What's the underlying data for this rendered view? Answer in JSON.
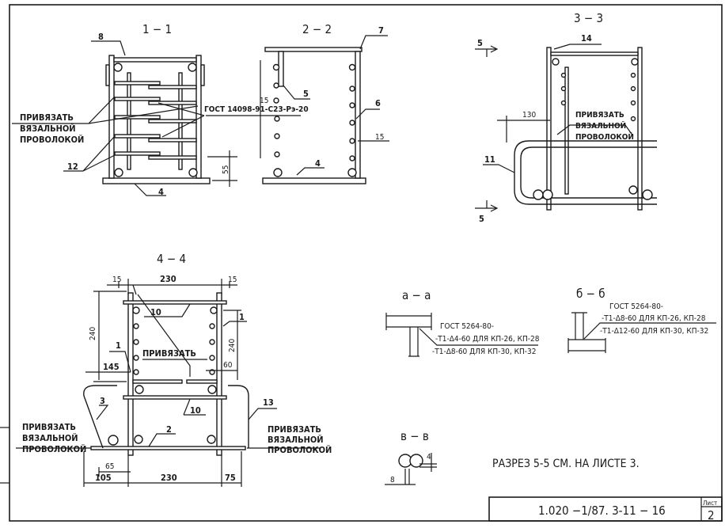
{
  "sections": {
    "s11": {
      "title": "1 − 1",
      "pos8": "8",
      "pos4": "4",
      "pos12": "12",
      "dim55": "55",
      "gost": "ГОСТ 14098-91-С23-Рэ-20"
    },
    "s22": {
      "title": "2 − 2",
      "pos7": "7",
      "pos5": "5",
      "pos6": "6",
      "pos4": "4",
      "dim15a": "15",
      "dim15b": "15"
    },
    "s33": {
      "title": "3 − 3",
      "pos14": "14",
      "pos11": "11",
      "dim130": "130",
      "cut_top": "5",
      "cut_bottom": "5"
    },
    "s44": {
      "title": "4 − 4",
      "dim15l": "15",
      "dim230t": "230",
      "dim15r": "15",
      "dim240l": "240",
      "dim240r": "240",
      "dim145": "145",
      "dim60": "60",
      "pos10a": "10",
      "pos10b": "10",
      "pos1a": "1",
      "pos1b": "1",
      "pos3": "3",
      "pos2": "2",
      "pos13": "13",
      "dim65": "65",
      "dim105": "105",
      "dim230b": "230",
      "dim75": "75"
    },
    "saa": {
      "title": "а − а",
      "l1": "ГОСТ 5264-80-",
      "l2": "-Т1-Δ4-60 ДЛЯ  КП-26, КП-28",
      "l3": "-Т1-Δ8-60 ДЛЯ  КП-30, КП-32"
    },
    "sbb": {
      "title": "б − б",
      "l1": "ГОСТ 5264-80-",
      "l2": "-Т1-Δ8-60 ДЛЯ  КП-26, КП-28",
      "l3": "-Т1-Δ12-60 ДЛЯ  КП-30, КП-32"
    },
    "svv": {
      "title": "в − в",
      "dim8": "8",
      "dim4": "4"
    }
  },
  "notes": {
    "tie_wire_1": [
      "ПРИВЯЗАТЬ",
      "ВЯЗАЛЬНОЙ",
      "ПРОВОЛОКОЙ"
    ],
    "tie_3": "ПРИВЯЗАТЬ",
    "tie_wire_33": [
      "ПРИВЯЗАТЬ",
      "ВЯЗАЛЬНОЙ",
      "ПРОВОЛОКОЙ"
    ],
    "tie_wire_44l": [
      "ПРИВЯЗАТЬ",
      "ВЯЗАЛЬНОЙ",
      "ПРОВОЛОКОЙ"
    ],
    "tie_wire_44r": [
      "ПРИВЯЗАТЬ",
      "ВЯЗАЛЬНОЙ",
      "ПРОВОЛОКОЙ"
    ],
    "section_ref": "РАЗРЕЗ 5-5  СМ.  НА  ЛИСТЕ   3."
  },
  "title_block": {
    "code": "1.020 −1/87.   3-11 − 16",
    "sheet_label": "Лист",
    "sheet_no": "2"
  }
}
